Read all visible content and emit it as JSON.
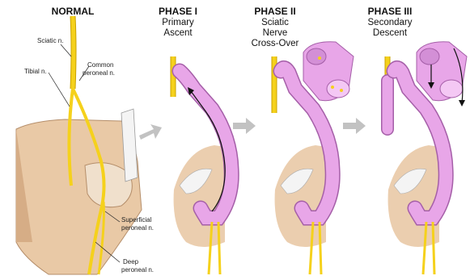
{
  "colors": {
    "nerve": "#f5d11c",
    "nerve_edge": "#c9a100",
    "cyst": "#e8a6e8",
    "cyst_edge": "#a55fa8",
    "skin": "#e9c9a6",
    "bone": "#f2f2f2",
    "arrow": "#b9b9b9",
    "line": "#222222"
  },
  "panels": [
    {
      "title": "NORMAL",
      "subtitle": []
    },
    {
      "title": "PHASE I",
      "subtitle": [
        "Primary",
        "Ascent"
      ]
    },
    {
      "title": "PHASE II",
      "subtitle": [
        "Sciatic",
        "Nerve",
        "Cross-Over"
      ]
    },
    {
      "title": "PHASE III",
      "subtitle": [
        "Secondary",
        "Descent"
      ]
    }
  ],
  "labels": {
    "sciatic": "Sciatic n.",
    "tibial": "Tibial n.",
    "common_peroneal": [
      "Common",
      "peroneal n."
    ],
    "superficial_peroneal": [
      "Superficial",
      "peroneal n."
    ],
    "deep_peroneal": [
      "Deep",
      "peroneal n."
    ]
  }
}
